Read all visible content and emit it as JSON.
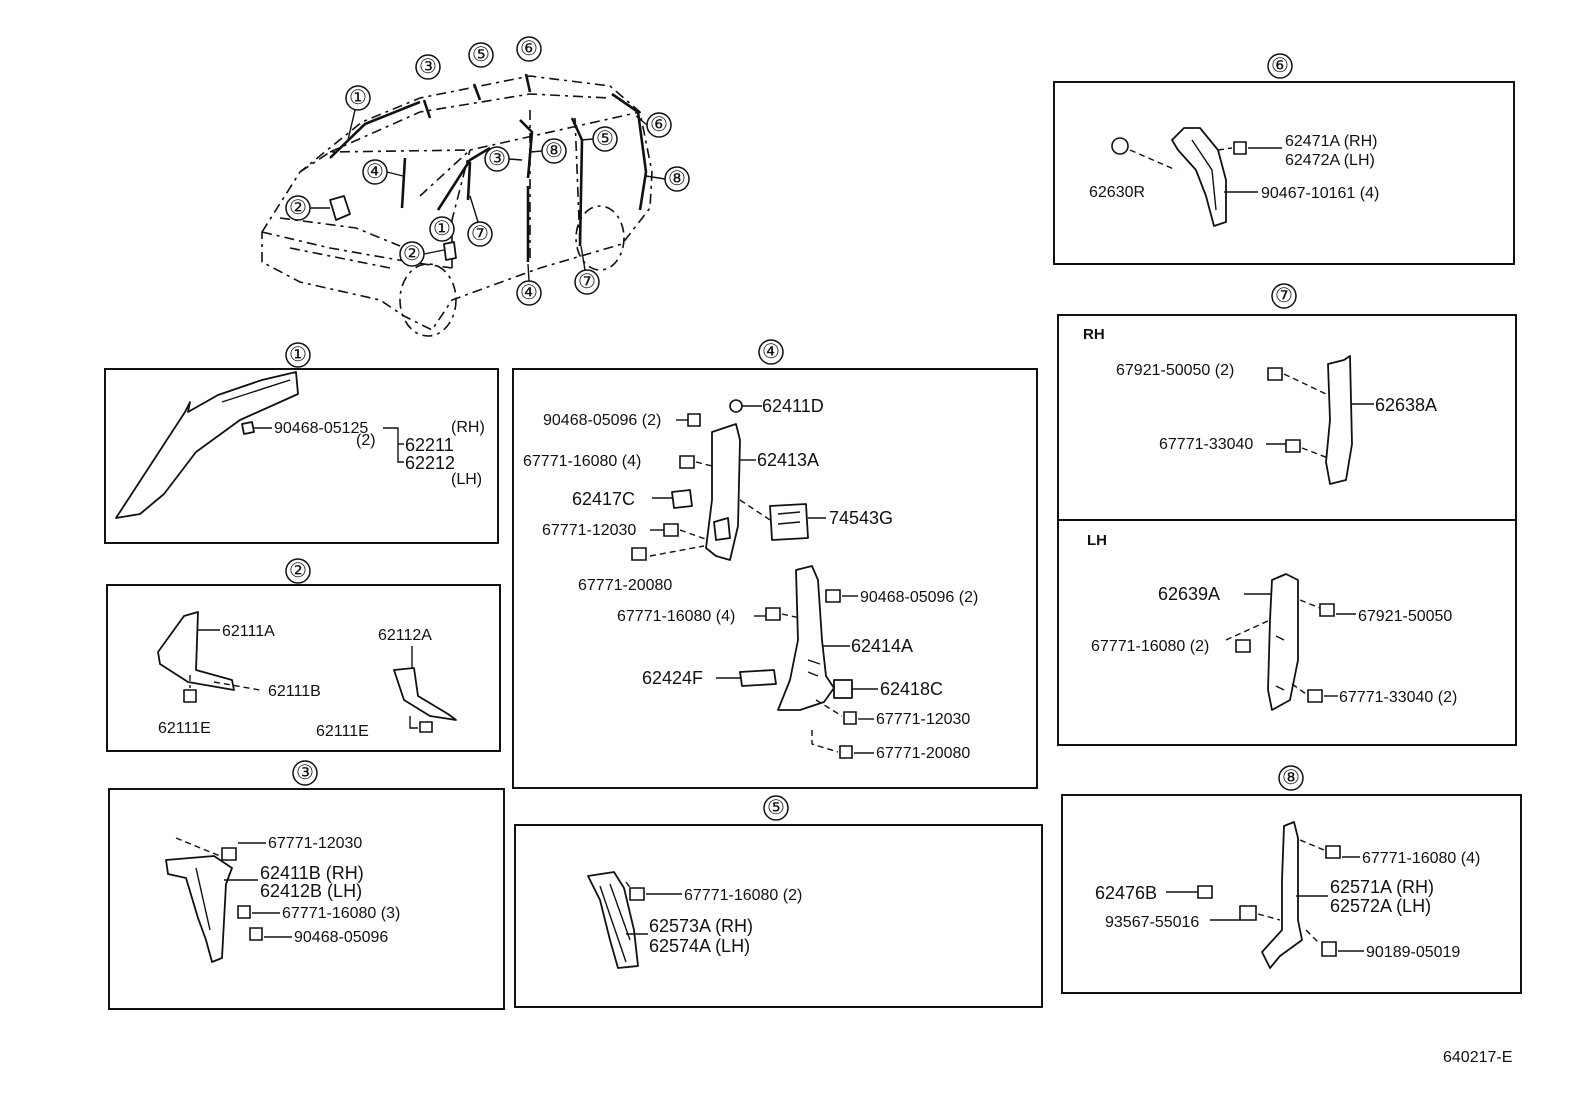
{
  "diagram_code": "640217-E",
  "callouts": [
    "①",
    "②",
    "③",
    "④",
    "⑤",
    "⑥",
    "⑦",
    "⑧"
  ],
  "side_labels": {
    "rh": "RH",
    "lh": "LH"
  },
  "panel1": {
    "title": "①",
    "clip": "90468-05125",
    "qty": "(2)",
    "part_rh": "62211",
    "part_lh": "62212",
    "tag_rh": "(RH)",
    "tag_lh": "(LH)"
  },
  "panel2": {
    "title": "②",
    "p62111a": "62111A",
    "p62111b": "62111B",
    "p62111e_left": "62111E",
    "p62112a": "62112A",
    "p62111e_right": "62111E"
  },
  "panel3": {
    "title": "③",
    "clip_top": "67771-12030",
    "part_rh": "62411B (RH)",
    "part_lh": "62412B (LH)",
    "clip_mid": "67771-16080 (3)",
    "clip_bot": "90468-05096"
  },
  "panel4": {
    "title": "④",
    "c1": "90468-05096 (2)",
    "c2": "62411D",
    "c3": "67771-16080 (4)",
    "c4": "62413A",
    "c5": "62417C",
    "c6": "74543G",
    "c7": "67771-12030",
    "c8": "67771-20080",
    "c9": "90468-05096 (2)",
    "c10": "67771-16080 (4)",
    "c11": "62414A",
    "c12": "62424F",
    "c13": "62418C",
    "c14": "67771-12030",
    "c15": "67771-20080"
  },
  "panel5": {
    "title": "⑤",
    "clip": "67771-16080 (2)",
    "part_rh": "62573A (RH)",
    "part_lh": "62574A (LH)"
  },
  "panel6": {
    "title": "⑥",
    "part_rh": "62471A (RH)",
    "part_lh": "62472A (LH)",
    "cap": "62630R",
    "clip": "90467-10161 (4)"
  },
  "panel7": {
    "title": "⑦",
    "rh_clip1": "67921-50050 (2)",
    "rh_part": "62638A",
    "rh_clip2": "67771-33040",
    "lh_part": "62639A",
    "lh_clip1": "67921-50050",
    "lh_clip2": "67771-16080 (2)",
    "lh_clip3": "67771-33040 (2)"
  },
  "panel8": {
    "title": "⑧",
    "clip1": "67771-16080 (4)",
    "part_rh": "62571A (RH)",
    "part_lh": "62572A (LH)",
    "pad": "62476B",
    "clip2": "93567-55016",
    "clip3": "90189-05019"
  }
}
